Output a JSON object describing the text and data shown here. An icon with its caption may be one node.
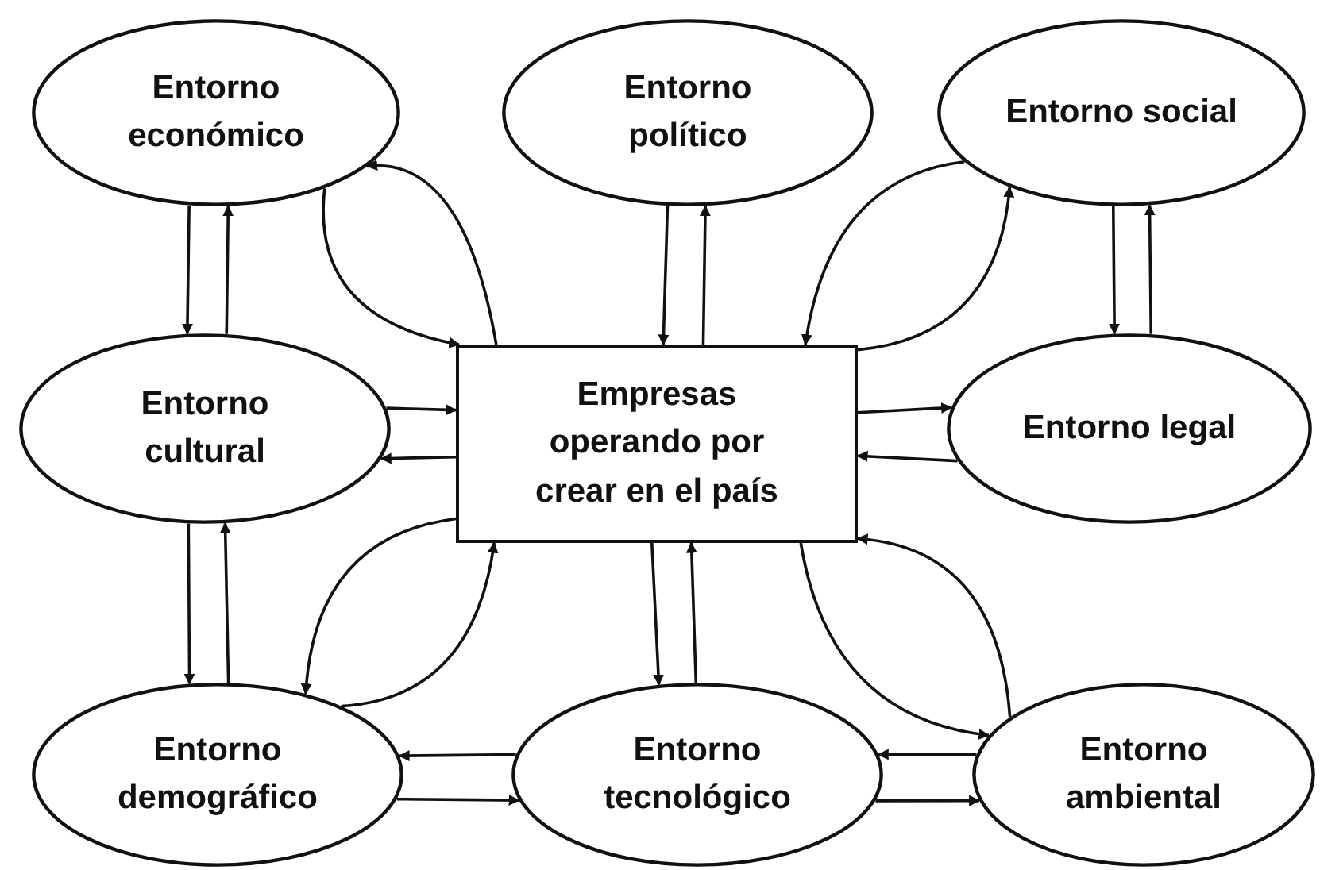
{
  "diagram": {
    "nodes": [
      {
        "text": [
          "Entorno económico"
        ]
      },
      {
        "text": [
          "Entorno político"
        ]
      },
      {
        "text": [
          "Entorno social"
        ]
      },
      {
        "text": [
          "Entorno cultural"
        ]
      },
      {
        "text": [
          "Empresas operando por crear en el país"
        ]
      },
      {
        "text": [
          "Entorno legal"
        ]
      },
      {
        "text": [
          "Entorno demográfico"
        ]
      },
      {
        "text": [
          "Entorno tecnológico"
        ]
      },
      {
        "text": [
          "Entorno ambiental"
        ]
      }
    ],
    "edges": [
      {
        "from": 0,
        "to": 3,
        "arrow": "to"
      },
      {
        "from": 3,
        "to": 0,
        "arrow": "to"
      },
      {
        "from": 0,
        "to": 4,
        "arrow": "to"
      },
      {
        "from": 4,
        "to": 0,
        "arrow": "to"
      },
      {
        "from": 1,
        "to": 4,
        "arrow": "to"
      },
      {
        "from": 4,
        "to": 1,
        "arrow": "to"
      },
      {
        "from": 2,
        "to": 4,
        "arrow": "to"
      },
      {
        "from": 4,
        "to": 2,
        "arrow": "to"
      },
      {
        "from": 2,
        "to": 5,
        "arrow": "to"
      },
      {
        "from": 5,
        "to": 2,
        "arrow": "to"
      },
      {
        "from": 3,
        "to": 4,
        "arrow": "to"
      },
      {
        "from": 4,
        "to": 3,
        "arrow": "to"
      },
      {
        "from": 4,
        "to": 5,
        "arrow": "to"
      },
      {
        "from": 5,
        "to": 4,
        "arrow": "to"
      },
      {
        "from": 3,
        "to": 6,
        "arrow": "to"
      },
      {
        "from": 6,
        "to": 3,
        "arrow": "to"
      },
      {
        "from": 4,
        "to": 6,
        "arrow": "to"
      },
      {
        "from": 6,
        "to": 4,
        "arrow": "to"
      },
      {
        "from": 4,
        "to": 7,
        "arrow": "to"
      },
      {
        "from": 7,
        "to": 4,
        "arrow": "to"
      },
      {
        "from": 4,
        "to": 8,
        "arrow": "to"
      },
      {
        "from": 8,
        "to": 4,
        "arrow": "to"
      },
      {
        "from": 7,
        "to": 6,
        "arrow": "to"
      },
      {
        "from": 6,
        "to": 7,
        "arrow": "to"
      },
      {
        "from": 8,
        "to": 7,
        "arrow": "to"
      },
      {
        "from": 7,
        "to": 8,
        "arrow": "to"
      }
    ]
  }
}
